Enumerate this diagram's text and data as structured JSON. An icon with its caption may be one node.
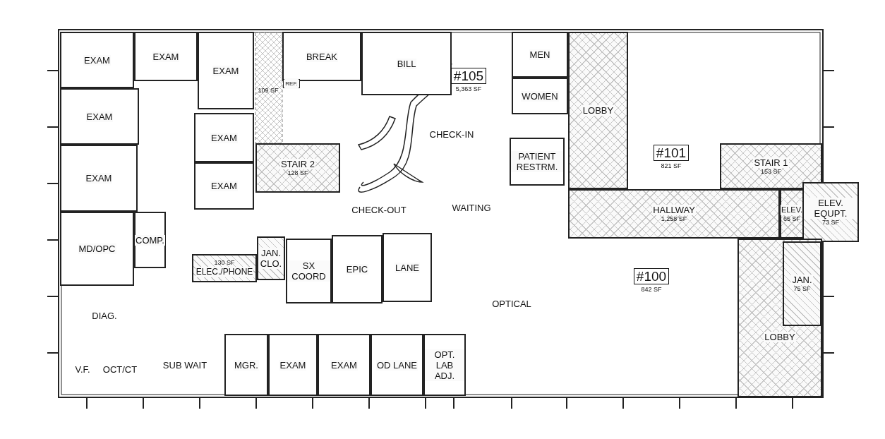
{
  "diagram": {
    "nodes": [
      {
        "text": [
          "EXAM"
        ]
      },
      {
        "text": [
          "EXAM"
        ]
      },
      {
        "text": [
          "EXAM"
        ]
      },
      {
        "text": [
          "BREAK"
        ]
      },
      {
        "text": [
          "REF."
        ]
      },
      {
        "text": [
          "BILL"
        ]
      },
      {
        "text": [
          "#105"
        ],
        "beside": [
          "5,363 SF"
        ]
      },
      {
        "text": [
          "MEN"
        ]
      },
      {
        "text": [
          "WOMEN"
        ]
      },
      {
        "text": [
          "LOBBY"
        ]
      },
      {
        "text": [
          "EXAM"
        ]
      },
      {
        "text": [
          "EXAM"
        ]
      },
      {
        "text": [
          "#101"
        ],
        "beside": [
          "821 SF"
        ]
      },
      {
        "text": [
          "STAIR 2",
          "128 SF"
        ]
      },
      {
        "text": [
          "PATIENT RESTRM."
        ]
      },
      {
        "text": [
          "STAIR 1",
          "153 SF"
        ]
      },
      {
        "text": [
          "EXAM"
        ]
      },
      {
        "text": [
          "EXAM"
        ]
      },
      {
        "text": [
          "HALLWAY",
          "1,258 SF"
        ]
      },
      {
        "text": [
          "ELEV.",
          "65 SF"
        ]
      },
      {
        "text": [
          "ELEV. EQUPT.",
          "73 SF"
        ]
      },
      {
        "text": [
          "MD/OPC"
        ]
      },
      {
        "text": [
          "COMP."
        ]
      },
      {
        "text": [
          "JAN. CLO."
        ]
      },
      {
        "text": [
          "130 SF",
          "ELEC./PHONE"
        ]
      },
      {
        "text": [
          "SX COORD"
        ]
      },
      {
        "text": [
          "EPIC"
        ]
      },
      {
        "text": [
          "LANE"
        ]
      },
      {
        "text": [
          "#100"
        ],
        "beside": [
          "842 SF"
        ]
      },
      {
        "text": [
          "LOBBY"
        ]
      },
      {
        "text": [
          "JAN.",
          "75 SF"
        ],
        "in": 29
      },
      {
        "text": [
          "MGR."
        ]
      },
      {
        "text": [
          "EXAM"
        ]
      },
      {
        "text": [
          "EXAM"
        ]
      },
      {
        "text": [
          "OD LANE"
        ]
      },
      {
        "text": [
          "OPT. LAB ADJ."
        ]
      }
    ],
    "labels": [
      "109 SF",
      "CHECK-IN",
      "CHECK-OUT",
      "WAITING",
      "OPTICAL",
      "DIAG.",
      "V.F.",
      "OCT/CT",
      "SUB WAIT"
    ]
  }
}
